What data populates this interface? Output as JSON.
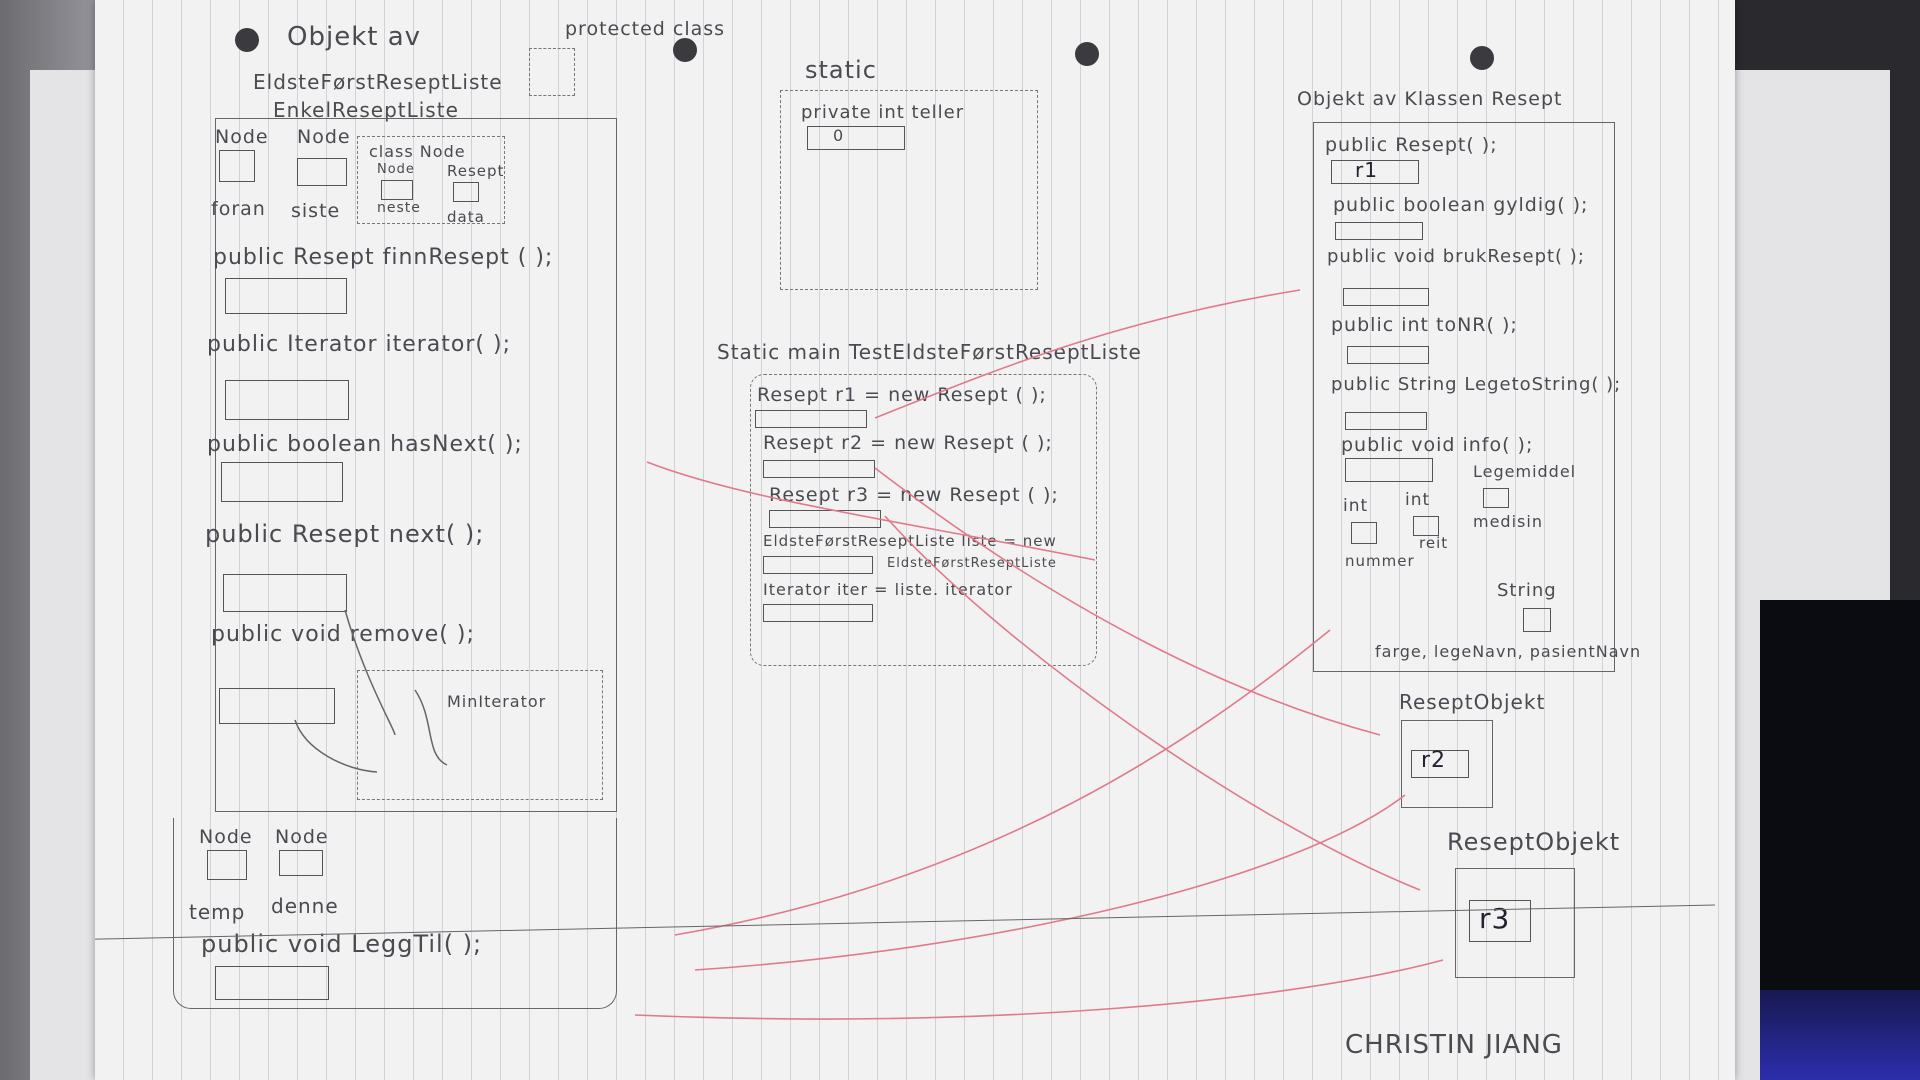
{
  "title_left_1": "Objekt av",
  "title_left_2": "EldsteFørstReseptListe",
  "title_left_3": "EnkelReseptListe",
  "protected_class": "protected class",
  "left": {
    "node1_type": "Node",
    "node1_name": "foran",
    "node2_type": "Node",
    "node2_name": "siste",
    "class_node": "class Node",
    "inner_node_type": "Node",
    "inner_node_name": "neste",
    "inner_resept_type": "Resept",
    "inner_resept_name": "data",
    "m1": "public Resept finnResept ( );",
    "m2": "public Iterator iterator( );",
    "m3": "public boolean hasNext( );",
    "m4": "public Resept next( );",
    "m5": "public void remove( );",
    "miniterator": "MinIterator",
    "bottom_node1_type": "Node",
    "bottom_node1_name": "temp",
    "bottom_node2_type": "Node",
    "bottom_node2_name": "denne",
    "m6": "public void LeggTil( );"
  },
  "middle": {
    "static": "static",
    "private_int": "private int teller",
    "teller_value": "0",
    "main_title": "Static main TestEldsteFørstReseptListe",
    "line1": "Resept r1 = new Resept ( );",
    "line2": "Resept r2 = new Resept ( );",
    "line3": "Resept r3 = new Resept ( );",
    "line4": "EldsteFørstReseptListe liste = new",
    "line4b": "EldsteFørstReseptListe",
    "line5": "Iterator iter = liste. iterator"
  },
  "right": {
    "title": "Objekt av Klassen Resept",
    "m1": "public Resept( );",
    "r1": "r1",
    "m2": "public boolean gyldig( );",
    "m3": "public void brukResept( );",
    "m4": "public int toNR( );",
    "m5": "public String LegetoString( );",
    "m6": "public void info( );",
    "legemiddel": "Legemiddel",
    "int1": "int",
    "int2": "int",
    "medisin": "medisin",
    "nummer": "nummer",
    "reit": "reit",
    "string": "String",
    "fields": "farge, legeNavn, pasientNavn"
  },
  "objects": {
    "o2_title": "ReseptObjekt",
    "o2_label": "r2",
    "o3_title": "ReseptObjekt",
    "o3_label": "r3"
  },
  "signature": "CHRISTIN JIANG",
  "colors": {
    "arrow": "#e07a8a",
    "ink": "#4a4a50",
    "paper": "#f2f2f3"
  }
}
